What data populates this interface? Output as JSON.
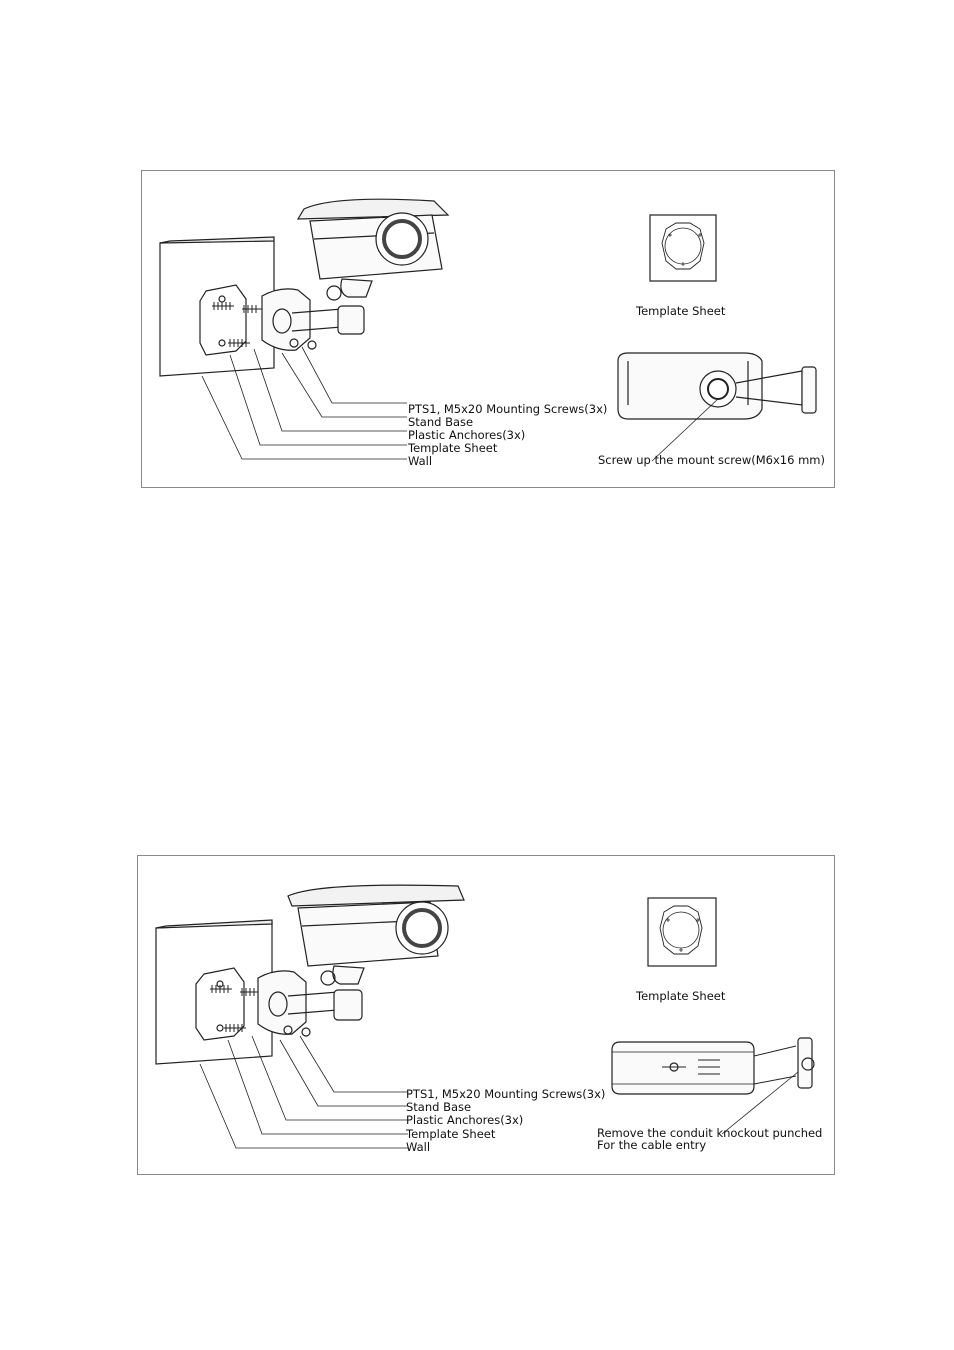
{
  "figures": [
    {
      "callouts": [
        "PTS1, M5x20 Mounting Screws(3x)",
        "Stand Base",
        "Plastic Anchores(3x)",
        "Template Sheet",
        "Wall"
      ],
      "template_sheet_label": "Template Sheet",
      "detail_caption": "Screw up the mount screw(M6x16 mm)"
    },
    {
      "callouts": [
        "PTS1, M5x20 Mounting Screws(3x)",
        "Stand Base",
        "Plastic Anchores(3x)",
        "Template Sheet",
        "Wall"
      ],
      "template_sheet_label": "Template Sheet",
      "detail_caption_line1": "Remove the conduit knockout punched",
      "detail_caption_line2": "For the cable entry"
    }
  ]
}
